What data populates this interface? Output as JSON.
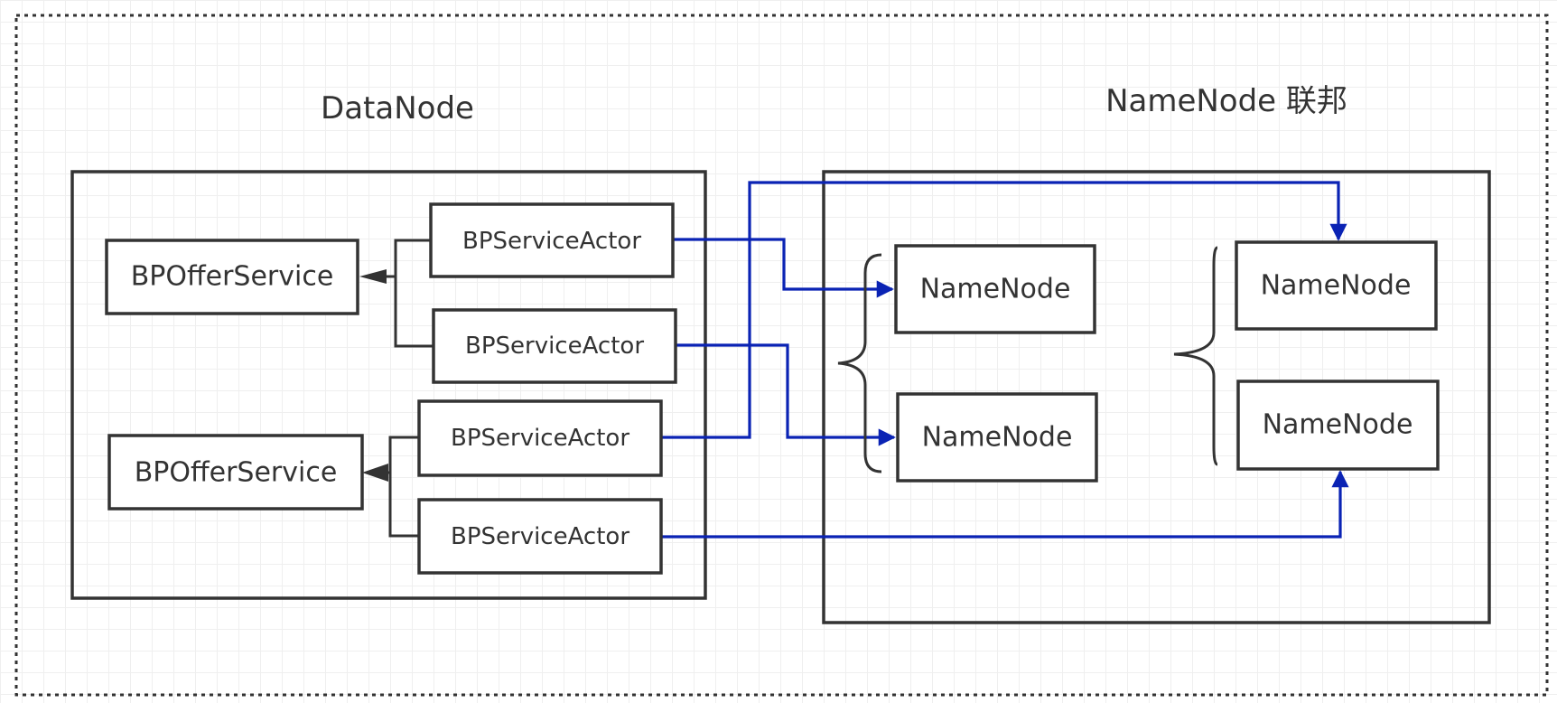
{
  "frame_titles": {
    "datanode": "DataNode",
    "federation": "NameNode 联邦"
  },
  "datanode_panel": {
    "offer_services": [
      "BPOfferService",
      "BPOfferService"
    ],
    "service_actors": [
      "BPServiceActor",
      "BPServiceActor",
      "BPServiceActor",
      "BPServiceActor"
    ]
  },
  "federation_panel": {
    "namenodes": [
      "NameNode",
      "NameNode",
      "NameNode",
      "NameNode"
    ]
  },
  "colors": {
    "outline": "#333333",
    "connector_blue": "#0a23b4",
    "background": "#ffffff",
    "grid": "#efefef"
  }
}
